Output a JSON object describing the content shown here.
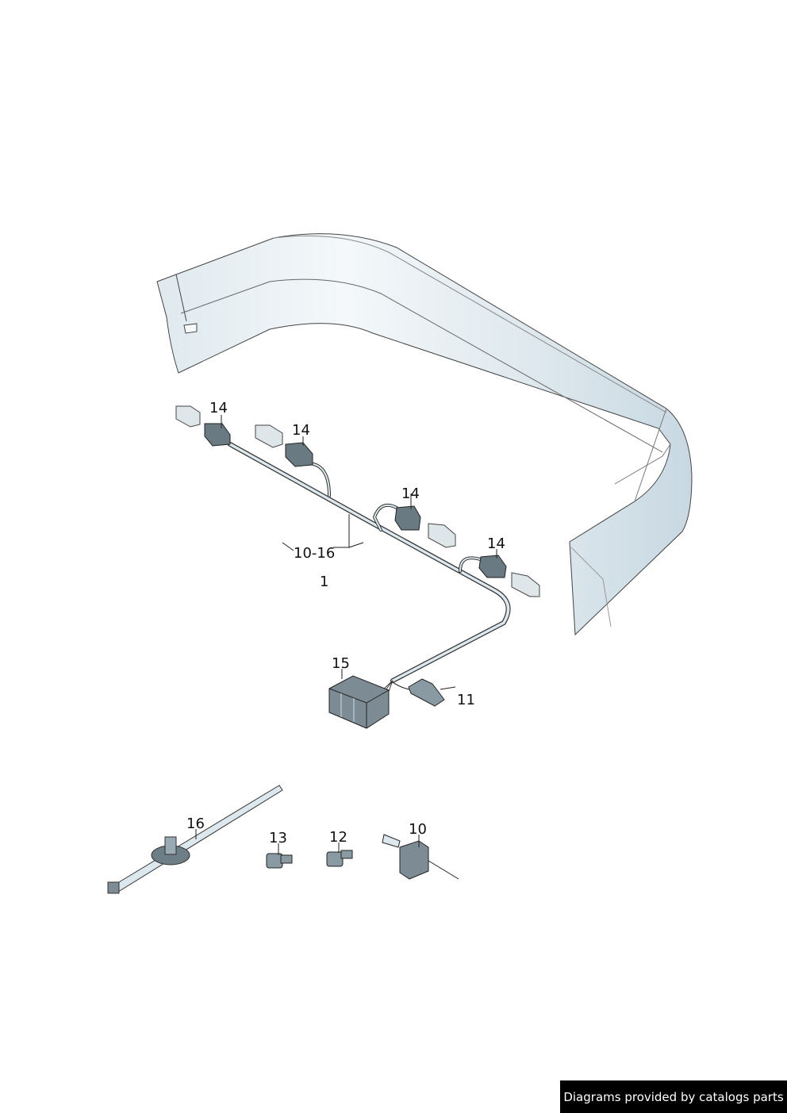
{
  "callouts": {
    "c14a": "14",
    "c14b": "14",
    "c14c": "14",
    "c14d": "14",
    "c10_16": "10-16",
    "c1": "1",
    "c15": "15",
    "c11": "11",
    "c16": "16",
    "c13": "13",
    "c12": "12",
    "c10": "10"
  },
  "credit": "Diagrams provided by catalogs parts",
  "colors": {
    "bumper_fill": "#e6eef2",
    "bumper_shade": "#cfdde5",
    "line": "#333333",
    "part_fill": "#dde8ee"
  }
}
